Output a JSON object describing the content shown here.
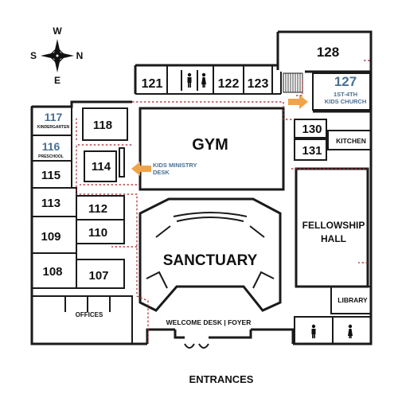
{
  "colors": {
    "wall": "#1a1a1a",
    "route": "#a8252a",
    "accent_blue": "#4a6f93",
    "arrow_orange": "#f0a44a"
  },
  "compass": {
    "north": "N",
    "south": "S",
    "east": "E",
    "west": "W"
  },
  "rooms": {
    "r128": "128",
    "r127": "127",
    "r127_sub1": "1ST-4TH",
    "r127_sub2": "KIDS CHURCH",
    "r121": "121",
    "r122": "122",
    "r123": "123",
    "r130": "130",
    "r131": "131",
    "kitchen": "KITCHEN",
    "gym": "GYM",
    "r117": "117",
    "r117_sub": "KINDERGARTEN",
    "r116": "116",
    "r116_sub": "PRESCHOOL",
    "r118": "118",
    "r114": "114",
    "r115": "115",
    "r113": "113",
    "r112": "112",
    "r109": "109",
    "r110": "110",
    "r108": "108",
    "r107": "107",
    "offices": "OFFICES",
    "sanctuary": "SANCTUARY",
    "fellowship_1": "FELLOWSHIP",
    "fellowship_2": "HALL",
    "library": "LIBRARY",
    "welcome": "WELCOME DESK | FOYER",
    "entrances": "ENTRANCES"
  },
  "kids_desk": {
    "line1": "KIDS MINISTRY",
    "line2": "DESK"
  },
  "icons": [
    "compass-rose-icon",
    "restroom-men-icon",
    "restroom-women-icon",
    "stairs-icon",
    "arrow-right-icon",
    "arrow-left-icon"
  ]
}
